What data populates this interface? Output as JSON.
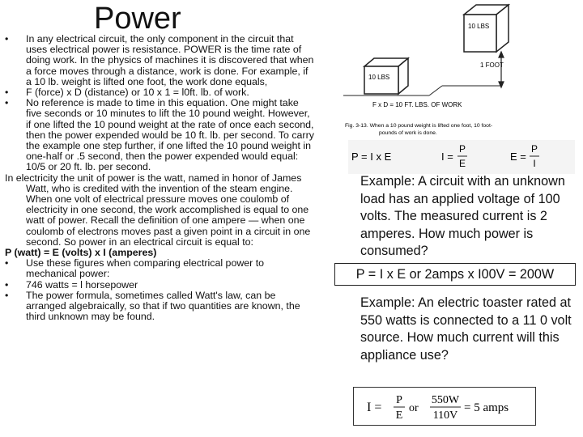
{
  "title": "Power",
  "left_text": {
    "b1": "In any electrical circuit, the only component in the circuit that uses electrical power is resistance. POWER is the time rate of doing work. In the physics of machines it is discovered that when a force moves through a distance, work is done. For example, if a 10 lb. weight is lifted one foot, the work done equals,",
    "b2": "F (force) x D (distance) or 10 x 1 = l0ft. lb. of work.",
    "b3": "No reference is made to time in this equation. One might take five seconds or 10 minutes to lift the 10 pound weight. However, if one lifted the 10 pound weight at the rate of once each second, then the power expended would be 10 ft. lb. per second. To carry the example one step further, if one lifted the 10 pound weight in one-half or .5 second, then the power expended would equal: 10/5 or 20 ft. lb. per second.",
    "para": "In electricity the unit of power is the watt, named in honor of James Watt, who is credited with the invention of the steam engine. When one volt of electrical pressure moves one coulomb of electricity in one second, the work accomplished is equal to one watt of power. Recall the definition of one ampere — when one coulomb of electrons moves past a given point in a circuit in one second. So power in an electrical circuit is equal to:",
    "formula": "P (watt) = E (volts) x I (amperes)",
    "b4": "Use these figures when comparing electrical power to mechanical power:",
    "b5": "746 watts = l horsepower",
    "b6": "The power formula, sometimes called Watt's law, can be arranged algebraically, so that if two quantities are known, the third unknown may be found."
  },
  "bullet": "•",
  "figure": {
    "box_top_label": "10 LBS",
    "box_bottom_label": "10 LBS",
    "dim_label": "1 FOOT",
    "work_label": "F x D = 10 FT. LBS. OF WORK",
    "caption_1": "Fig. 3-13.  When a 10 pound weight is lifted one foot, 10 foot-",
    "caption_2": "pounds of work is done.",
    "formula_p": "P = I x E",
    "formula_i_lhs": "I =",
    "formula_i_num": "P",
    "formula_i_den": "E",
    "formula_e_lhs": "E =",
    "formula_e_num": "P",
    "formula_e_den": "I"
  },
  "example1": "Example: A circuit with an unknown load has an applied voltage of 100 volts. The measured current is 2 amperes. How much power is consumed?",
  "answer1": "P = I x E or 2amps x I00V = 200W",
  "example2": "Example: An electric toaster rated at 550 watts is connected to a 11 0 volt source. How much current will this appliance use?",
  "formula2": {
    "lhs": "I =",
    "num1": "P",
    "den1": "E",
    "eq": "or",
    "num2": "550W",
    "den2": "110V",
    "result": "= 5 amps"
  }
}
